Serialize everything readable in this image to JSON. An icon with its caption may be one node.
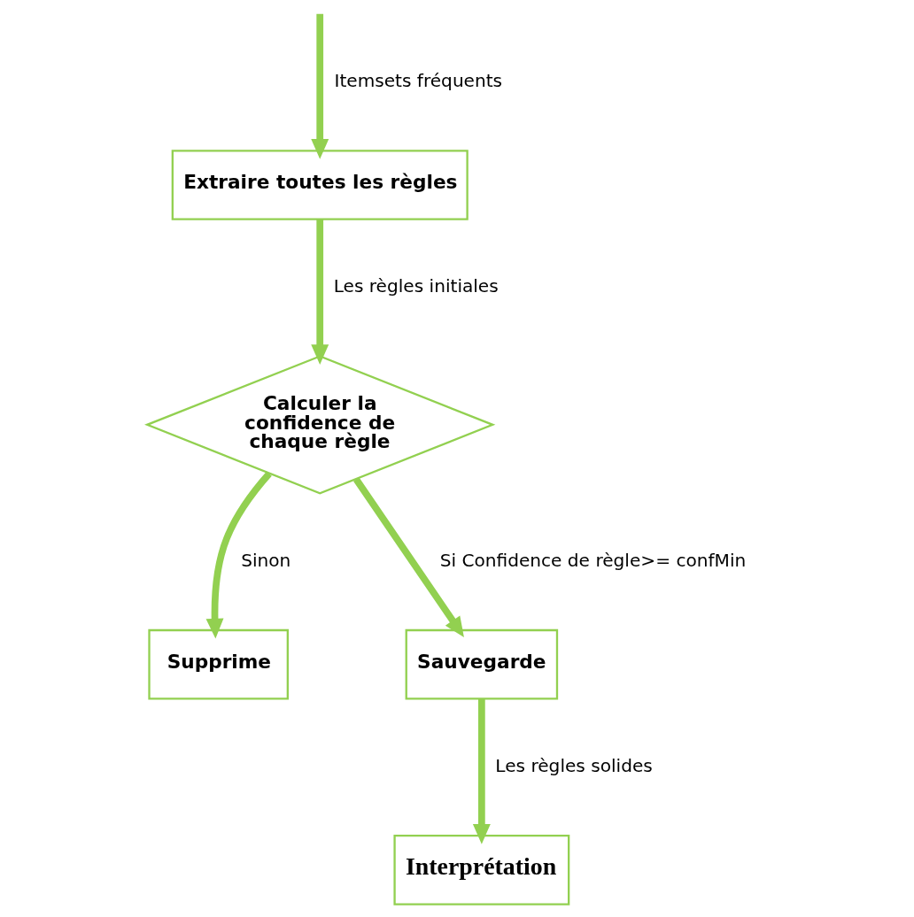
{
  "diagram": {
    "nodes": [
      {
        "text": [
          "Extraire toutes les règles"
        ]
      },
      {
        "text": [
          "Calculer la confidence de chaque règle"
        ]
      },
      {
        "text": [
          "Supprime"
        ]
      },
      {
        "text": [
          "Sauvegarde"
        ]
      },
      {
        "text": [
          "Interprétation"
        ]
      }
    ],
    "edges": [
      {
        "from": null,
        "to": 0,
        "arrow": "to",
        "label": "Itemsets fréquents"
      },
      {
        "from": 0,
        "to": 1,
        "arrow": "to",
        "label": "Les règles initiales"
      },
      {
        "from": 1,
        "to": 2,
        "arrow": "to",
        "label": "Sinon"
      },
      {
        "from": 1,
        "to": 3,
        "arrow": "to",
        "label": "Si Confidence de règle>= confMin"
      },
      {
        "from": 3,
        "to": 4,
        "arrow": "to",
        "label": "Les règles solides"
      }
    ]
  }
}
